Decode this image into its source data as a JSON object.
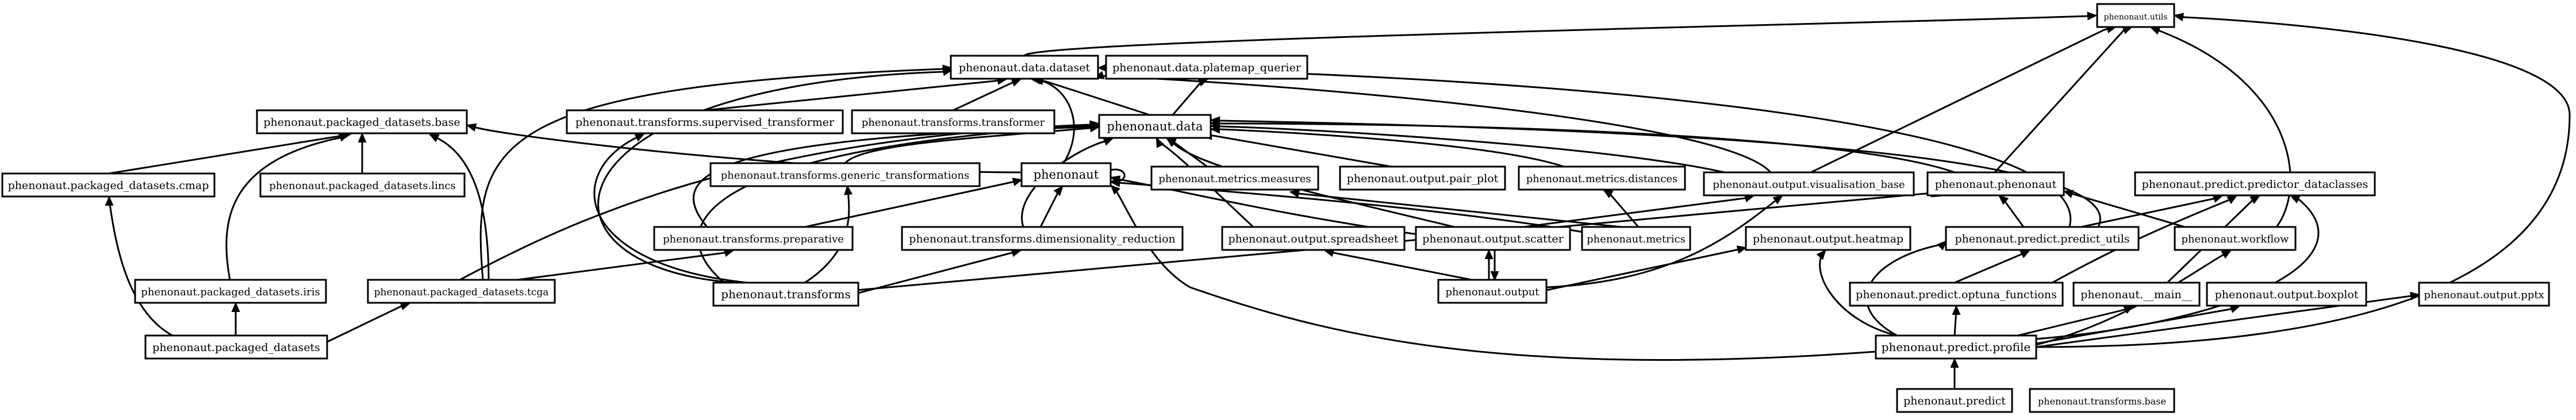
{
  "nodes": [
    {
      "id": "utils",
      "label": "phenonaut.utils"
    },
    {
      "id": "data_dataset",
      "label": "phenonaut.data.dataset"
    },
    {
      "id": "platemap",
      "label": "phenonaut.data.platemap_querier"
    },
    {
      "id": "pd_base",
      "label": "phenonaut.packaged_datasets.base"
    },
    {
      "id": "tf_supervised",
      "label": "phenonaut.transforms.supervised_transformer"
    },
    {
      "id": "tf_transformer",
      "label": "phenonaut.transforms.transformer"
    },
    {
      "id": "data",
      "label": "phenonaut.data"
    },
    {
      "id": "pd_cmap",
      "label": "phenonaut.packaged_datasets.cmap"
    },
    {
      "id": "pd_lincs",
      "label": "phenonaut.packaged_datasets.lincs"
    },
    {
      "id": "tf_generic",
      "label": "phenonaut.transforms.generic_transformations"
    },
    {
      "id": "phenonaut",
      "label": "phenonaut"
    },
    {
      "id": "metrics_measures",
      "label": "phenonaut.metrics.measures"
    },
    {
      "id": "out_pairplot",
      "label": "phenonaut.output.pair_plot"
    },
    {
      "id": "metrics_distances",
      "label": "phenonaut.metrics.distances"
    },
    {
      "id": "out_visbase",
      "label": "phenonaut.output.visualisation_base"
    },
    {
      "id": "phen_phen",
      "label": "phenonaut.phenonaut"
    },
    {
      "id": "pr_dataclasses",
      "label": "phenonaut.predict.predictor_dataclasses"
    },
    {
      "id": "tf_prep",
      "label": "phenonaut.transforms.preparative"
    },
    {
      "id": "tf_dimred",
      "label": "phenonaut.transforms.dimensionality_reduction"
    },
    {
      "id": "out_spreadsheet",
      "label": "phenonaut.output.spreadsheet"
    },
    {
      "id": "out_scatter",
      "label": "phenonaut.output.scatter"
    },
    {
      "id": "metrics",
      "label": "phenonaut.metrics"
    },
    {
      "id": "pr_utils",
      "label": "phenonaut.predict.predict_utils"
    },
    {
      "id": "workflow",
      "label": "phenonaut.workflow"
    },
    {
      "id": "pd_iris",
      "label": "phenonaut.packaged_datasets.iris"
    },
    {
      "id": "pd_tcga",
      "label": "phenonaut.packaged_datasets.tcga"
    },
    {
      "id": "tf",
      "label": "phenonaut.transforms"
    },
    {
      "id": "out_heatmap",
      "label": "phenonaut.output.heatmap"
    },
    {
      "id": "output",
      "label": "phenonaut.output"
    },
    {
      "id": "pr_optuna",
      "label": "phenonaut.predict.optuna_functions"
    },
    {
      "id": "main",
      "label": "phenonaut.__main__"
    },
    {
      "id": "out_boxplot",
      "label": "phenonaut.output.boxplot"
    },
    {
      "id": "out_pptx",
      "label": "phenonaut.output.pptx"
    },
    {
      "id": "pd",
      "label": "phenonaut.packaged_datasets"
    },
    {
      "id": "pr_profile",
      "label": "phenonaut.predict.profile"
    },
    {
      "id": "predict",
      "label": "phenonaut.predict"
    },
    {
      "id": "tf_base",
      "label": "phenonaut.transforms.base"
    }
  ]
}
